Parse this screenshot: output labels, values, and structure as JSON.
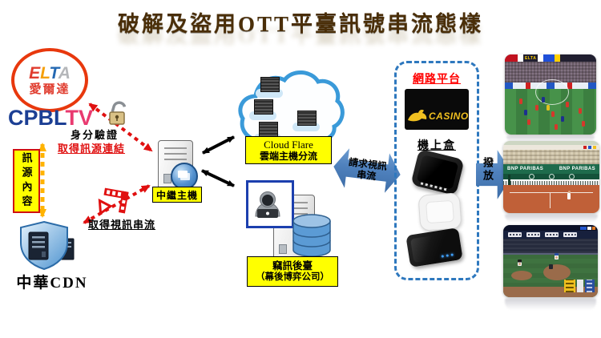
{
  "title": "破解及盜用OTT平臺訊號串流態樣",
  "colors": {
    "arrow_red": "#e01010",
    "arrow_orange": "#ffb300",
    "arrow_blue": "#4f81bd",
    "label_yellow": "#ffff00",
    "dashed_border_blue": "#2e78be",
    "title_brown": "#4a2e08",
    "casino_yellow": "#f0c020",
    "elta_red": "#e03c2e",
    "cpbl_blue": "#1c3f94",
    "cpbl_pink": "#e93a70"
  },
  "sources": {
    "elta": {
      "letters": [
        "E",
        "L",
        "T",
        "A"
      ],
      "name": "愛爾達"
    },
    "cpbl": {
      "part1": "CPBL",
      "part2": "TV"
    },
    "source_content": "訊源內容",
    "cdn": {
      "label": "中華CDN"
    }
  },
  "flows": {
    "auth_line1": "身分驗證",
    "auth_line2": "取得訊源連結",
    "get_stream": "取得視訊串流",
    "request_line1": "請求視訊",
    "request_line2": "串流",
    "play": "撥放"
  },
  "nodes": {
    "relay": "中繼主機",
    "cloud_line1": "Cloud Flare",
    "cloud_line2": "雲端主機分流",
    "backend_line1": "竊訊後臺",
    "backend_line2": "（幕後博弈公司）",
    "platform": "網路平台",
    "casino": "CASINO",
    "stb": "機上盒"
  },
  "screenshots": {
    "soccer": {
      "watermark": "ELTA"
    },
    "tennis": {
      "banner": "BNP PARIBAS"
    },
    "baseball": {}
  }
}
